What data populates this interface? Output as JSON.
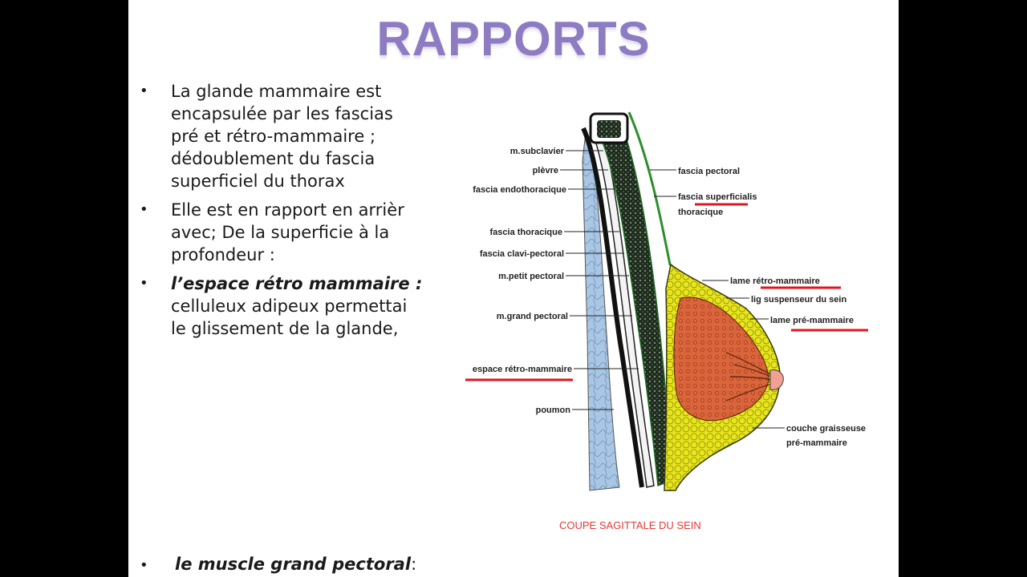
{
  "slide": {
    "title": "RAPPORTS",
    "bullets": [
      {
        "lines": [
          "La glande mammaire est",
          "encapsulée par les fascias",
          "pré et rétro-mammaire ;",
          "dédoublement du fascia",
          "superficiel du thorax"
        ]
      },
      {
        "lines": [
          "Elle est en rapport en arrièr",
          "avec; De la superficie à la",
          "profondeur :"
        ]
      },
      {
        "bold_italic": "l’espace rétro mammaire :",
        "lines": [
          "celluleux adipeux permettai",
          "le glissement de la glande,"
        ]
      }
    ],
    "bottom_bullet": {
      "bold_italic": "le muscle grand pectoral",
      "suffix": ":"
    }
  },
  "diagram": {
    "caption": "COUPE SAGITTALE DU SEIN",
    "labels_left": {
      "subclavier": "m.subclavier",
      "plevre": "plèvre",
      "endothoracique": "fascia endothoracique",
      "thoracique": "fascia thoracique",
      "clavi": "fascia clavi-pectoral",
      "petit": "m.petit pectoral",
      "grand": "m.grand pectoral",
      "espace": "espace rétro-mammaire",
      "poumon": "poumon"
    },
    "labels_right": {
      "pectoral": "fascia pectoral",
      "superficialis_1": "fascia superficialis",
      "superficialis_2": "thoracique",
      "lame_retro": "lame rétro-mammaire",
      "lig": "lig suspenseur du sein",
      "lame_pre": "lame pré-mammaire",
      "couche_1": "couche graisseuse",
      "couche_2": "pré-mammaire"
    },
    "colors": {
      "lung": "#a9c6e4",
      "muscle": "#1d2b1d",
      "fat": "#e8e51c",
      "gland": "#d9653a",
      "fascia": "#3aa23a",
      "underline": "#e0141e",
      "caption": "#e53935",
      "title": "#8e7cc3"
    }
  }
}
